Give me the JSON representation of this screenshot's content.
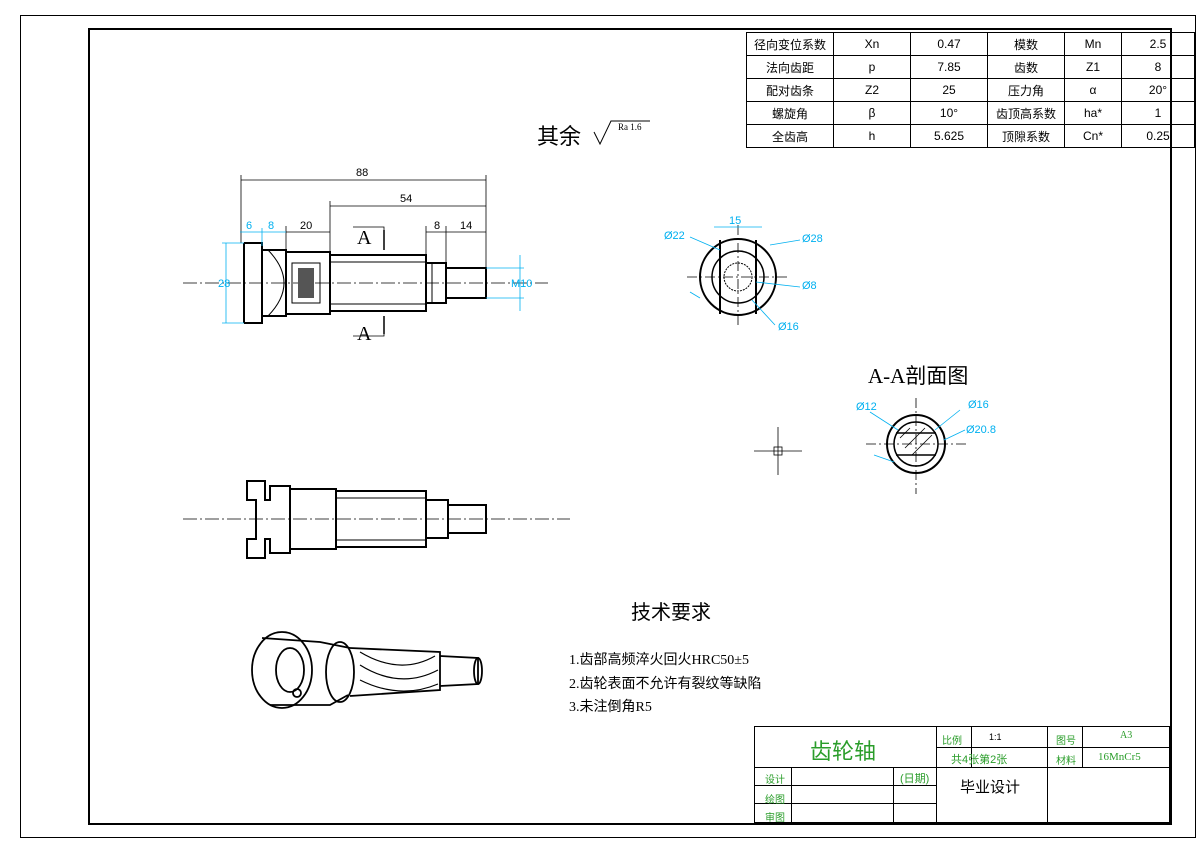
{
  "params": [
    [
      "径向变位系数",
      "Xn",
      "0.47",
      "模数",
      "Mn",
      "2.5"
    ],
    [
      "法向齿距",
      "p",
      "7.85",
      "齿数",
      "Z1",
      "8"
    ],
    [
      "配对齿条",
      "Z2",
      "25",
      "压力角",
      "α",
      "20°"
    ],
    [
      "螺旋角",
      "β",
      "10°",
      "齿顶高系数",
      "ha*",
      "1"
    ],
    [
      "全齿高",
      "h",
      "5.625",
      "顶隙系数",
      "Cn*",
      "0.25"
    ]
  ],
  "surface": {
    "label": "其余",
    "ra": "Ra 1.6"
  },
  "dims": {
    "d88": "88",
    "d54": "54",
    "d6": "6",
    "d8a": "8",
    "d20": "20",
    "d8b": "8",
    "d14": "14",
    "d28": "28",
    "m10": "M10",
    "sectA": "A",
    "phi22": "Ø22",
    "phi28": "Ø28",
    "d15": "15",
    "phi8": "Ø8",
    "phi16": "Ø16",
    "phi12": "Ø12",
    "phi16b": "Ø16",
    "phi208": "Ø20.8"
  },
  "section_title": "A-A剖面图",
  "tech": {
    "title": "技术要求",
    "items": [
      "1.齿部高频淬火回火HRC50±5",
      "2.齿轮表面不允许有裂纹等缺陷",
      "3.未注倒角R5"
    ]
  },
  "titleblock": {
    "part": "齿轮轴",
    "scale_label": "比例",
    "scale": "1:1",
    "drawno_label": "图号",
    "drawno": "A3",
    "sheets": "共4张第2张",
    "material_label": "材料",
    "material": "16MnCr5",
    "design": "设计",
    "draw": "绘图",
    "review": "审图",
    "date": "(日期)",
    "project": "毕业设计"
  }
}
